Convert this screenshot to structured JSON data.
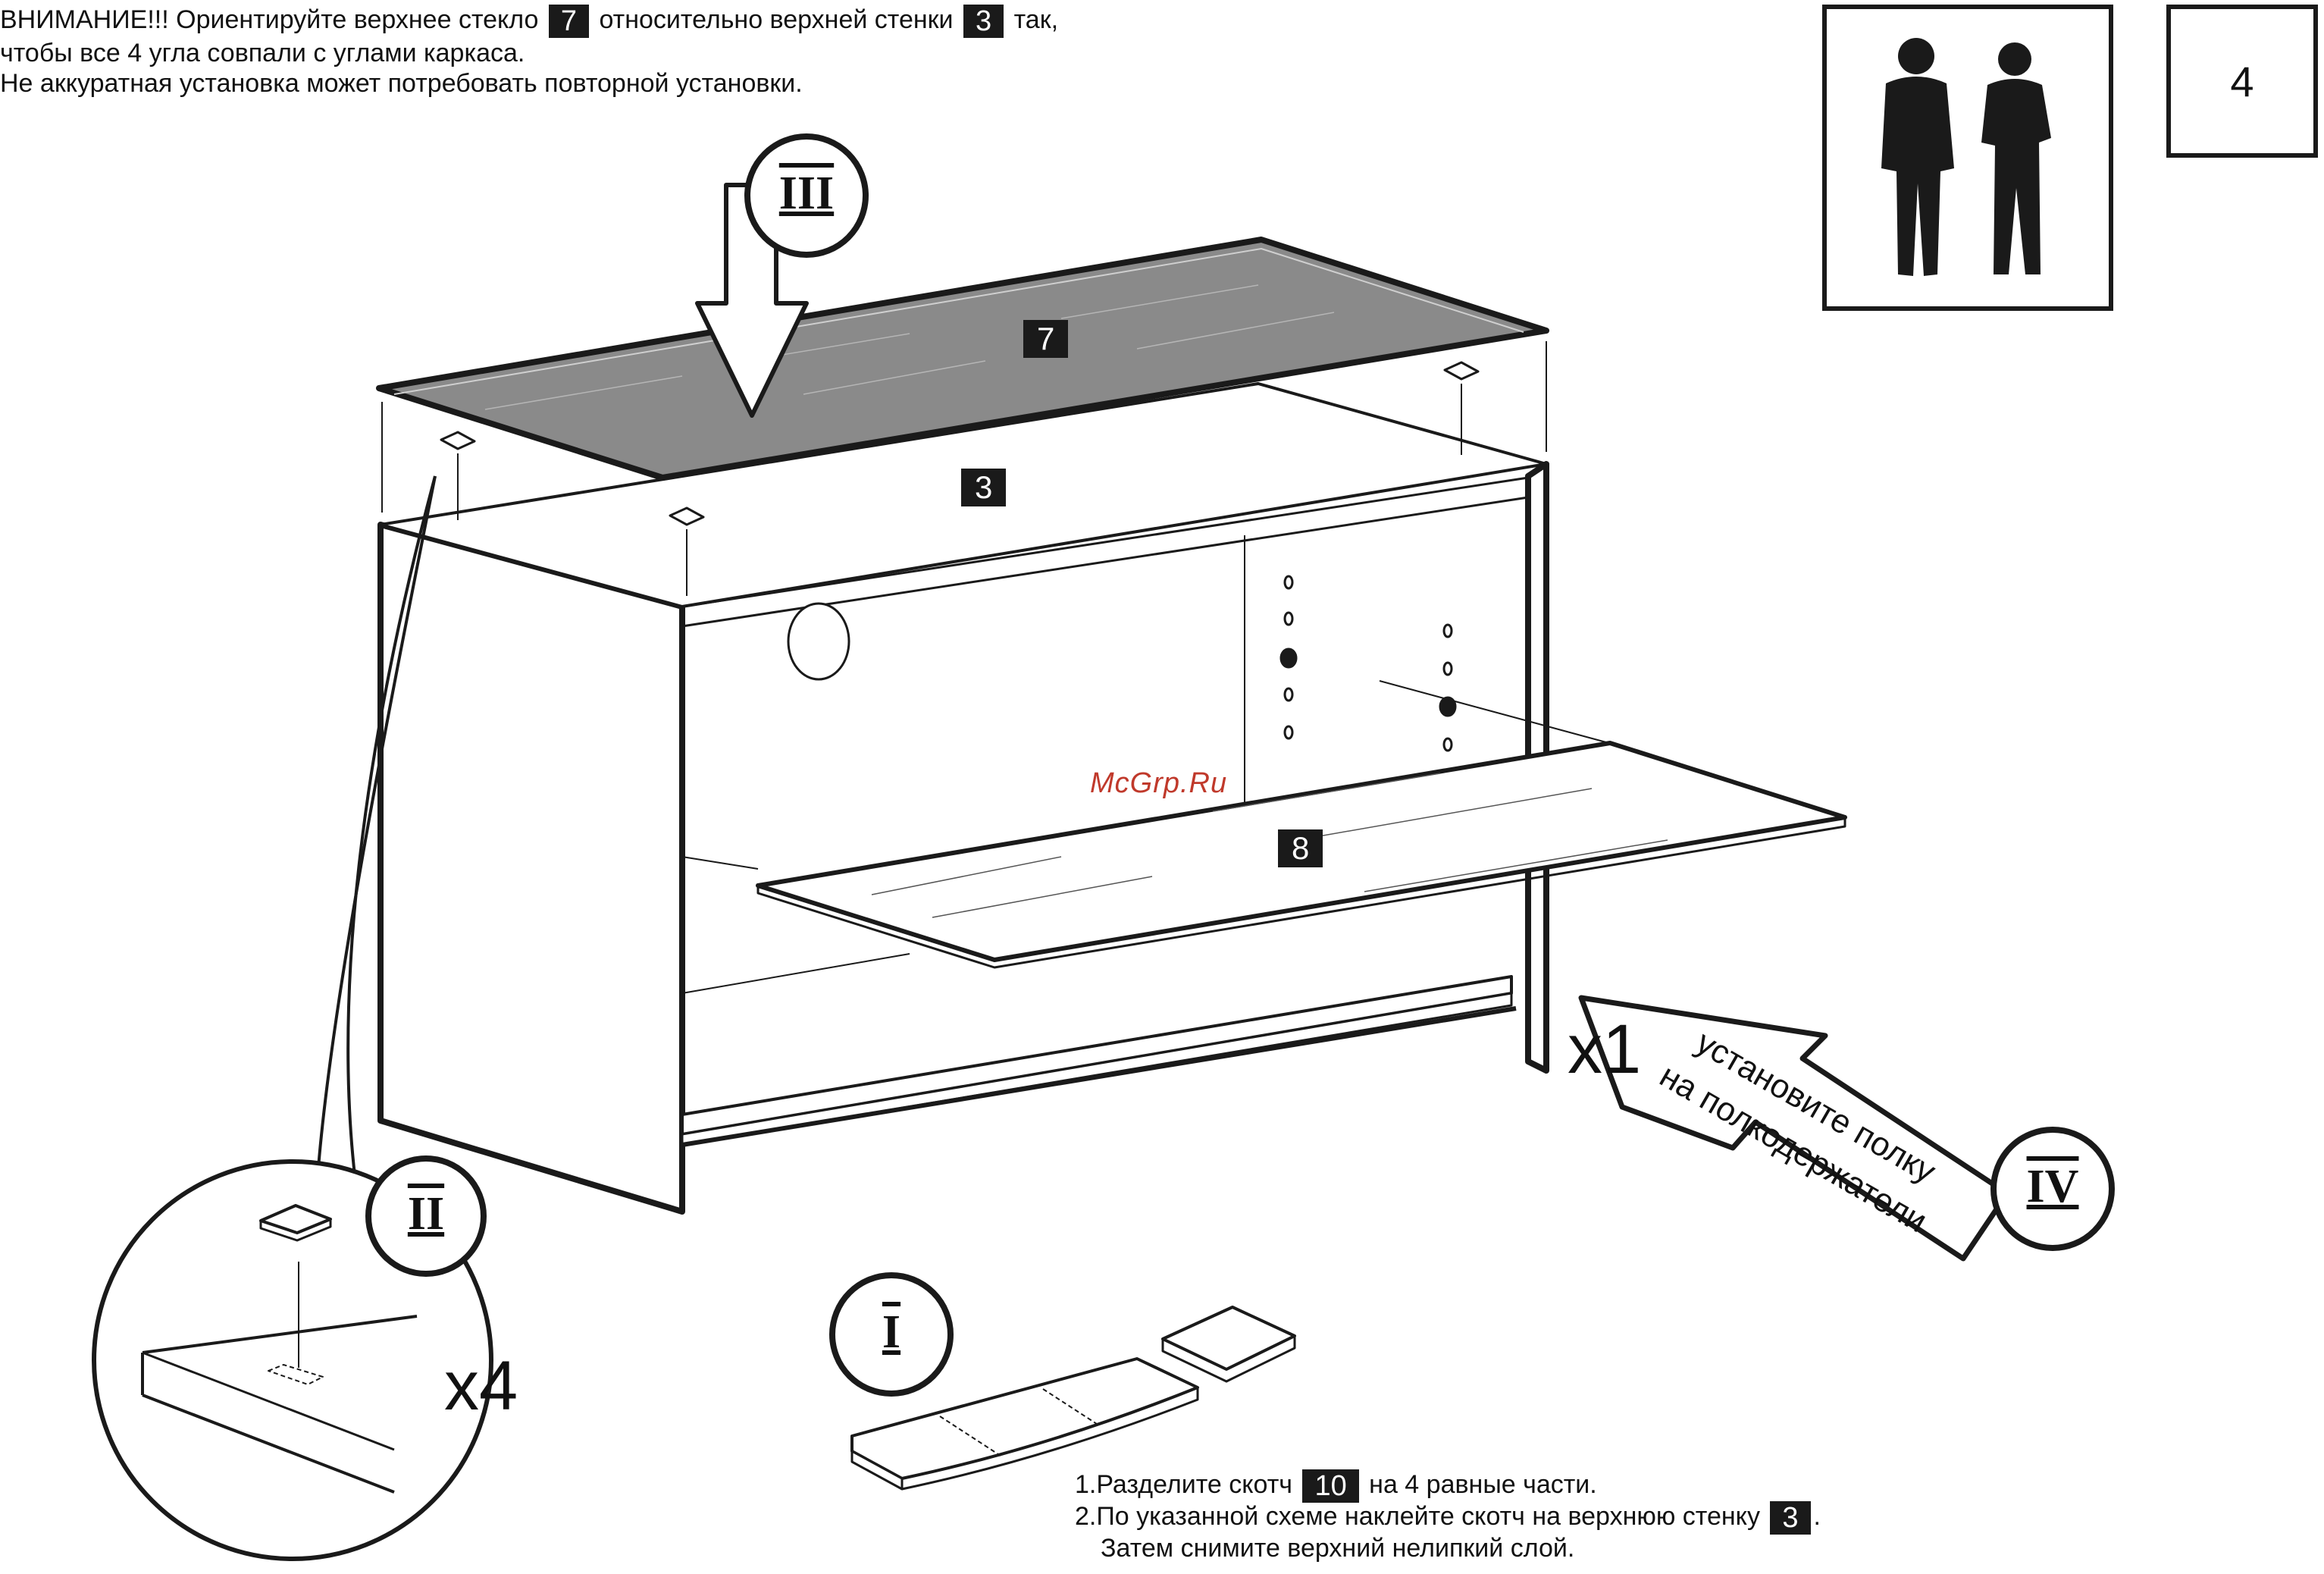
{
  "warning": {
    "line1_a": "ВНИМАНИЕ!!! Ориентируйте верхнее стекло",
    "badge_glass": "7",
    "line1_b": "относительно верхней стенки",
    "badge_wall": "3",
    "line1_c": "так,",
    "line2": "чтобы все 4 угла совпали с углами каркаса.",
    "line3": "Не аккуратная установка может потребовать повторной установки."
  },
  "page": {
    "number": "4"
  },
  "watermark": "McGrp.Ru",
  "labels": {
    "glass_top": "7",
    "top_wall": "3",
    "shelf": "8",
    "count_shelf": "x1",
    "count_tape": "x4"
  },
  "roman": {
    "step1": "I",
    "step2": "II",
    "step3": "III",
    "step4": "IV"
  },
  "arrow_text": {
    "line1": "установите полку",
    "line2": "на полкодержатели"
  },
  "instructions": {
    "step1_a": "1.Разделите скотч",
    "step1_badge": "10",
    "step1_b": "на 4 равные части.",
    "step2_a": "2.По указанной схеме наклейте скотч на верхнюю стенку",
    "step2_badge": "3",
    "step2_b": ".",
    "step2_c": "Затем снимите верхний нелипкий слой."
  },
  "colors": {
    "ink": "#1a1a1a",
    "glass_fill": "#8a8a8a",
    "watermark": "#c0392b"
  }
}
